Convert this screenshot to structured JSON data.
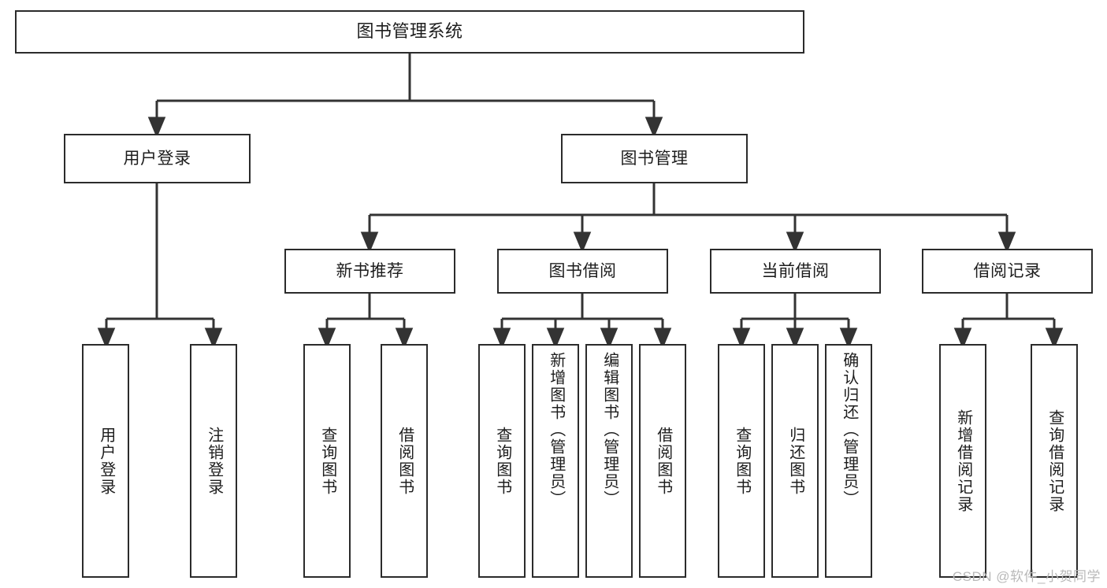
{
  "diagram": {
    "title": "图书管理系统",
    "type": "function-structure-tree",
    "colors": {
      "box_border": "#2b2b2b",
      "connector": "#333333",
      "background": "#ffffff",
      "watermark": "#b9b9b9"
    },
    "watermark": "CSDN @软件_小贺同学"
  },
  "nodes": {
    "root": {
      "label": "图书管理系统"
    },
    "level2": [
      {
        "id": "user-login",
        "label": "用户登录"
      },
      {
        "id": "book-manage",
        "label": "图书管理"
      }
    ],
    "level3": [
      {
        "id": "new-book-recommend",
        "label": "新书推荐"
      },
      {
        "id": "book-borrow",
        "label": "图书借阅"
      },
      {
        "id": "current-borrow",
        "label": "当前借阅"
      },
      {
        "id": "borrow-record",
        "label": "借阅记录"
      }
    ],
    "leaves": {
      "user-login": [
        {
          "id": "leaf-user-login",
          "label": "用户登录"
        },
        {
          "id": "leaf-logout",
          "label": "注销登录"
        }
      ],
      "new-book-recommend": [
        {
          "id": "leaf-query-book-1",
          "label": "查询图书"
        },
        {
          "id": "leaf-borrow-book-1",
          "label": "借阅图书"
        }
      ],
      "book-borrow": [
        {
          "id": "leaf-query-book-2",
          "label": "查询图书"
        },
        {
          "id": "leaf-add-book",
          "label": "新增图书（管理员）"
        },
        {
          "id": "leaf-edit-book",
          "label": "编辑图书（管理员）"
        },
        {
          "id": "leaf-borrow-book-2",
          "label": "借阅图书"
        }
      ],
      "current-borrow": [
        {
          "id": "leaf-query-book-3",
          "label": "查询图书"
        },
        {
          "id": "leaf-return-book",
          "label": "归还图书"
        },
        {
          "id": "leaf-confirm-return",
          "label": "确认归还（管理员）"
        }
      ],
      "borrow-record": [
        {
          "id": "leaf-add-record",
          "label": "新增借阅记录"
        },
        {
          "id": "leaf-query-record",
          "label": "查询借阅记录"
        }
      ]
    }
  }
}
